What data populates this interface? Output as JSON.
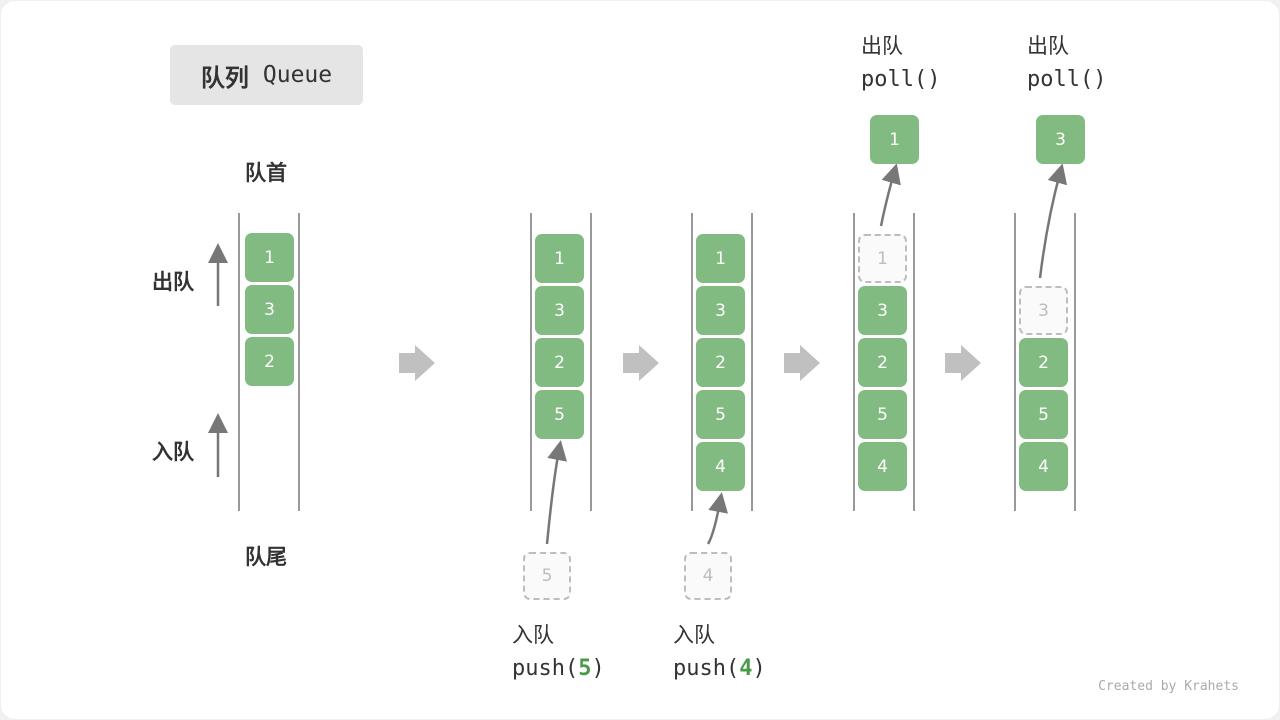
{
  "title": {
    "cn": "队列",
    "en": "Queue"
  },
  "labels": {
    "head": "队首",
    "tail": "队尾",
    "dequeue": "出队",
    "enqueue": "入队"
  },
  "columns": [
    {
      "blocks": [
        "1",
        "3",
        "2"
      ]
    },
    {
      "blocks": [
        "1",
        "3",
        "2",
        "5"
      ],
      "incoming": "5",
      "op": {
        "cn": "入队",
        "code_pre": "push(",
        "arg": "5",
        "code_post": ")"
      }
    },
    {
      "blocks": [
        "1",
        "3",
        "2",
        "5",
        "4"
      ],
      "incoming": "4",
      "op": {
        "cn": "入队",
        "code_pre": "push(",
        "arg": "4",
        "code_post": ")"
      }
    },
    {
      "ghost": "1",
      "blocks": [
        "3",
        "2",
        "5",
        "4"
      ],
      "outgoing": "1",
      "op": {
        "cn": "出队",
        "code": "poll()"
      }
    },
    {
      "ghost": "3",
      "blocks": [
        "2",
        "5",
        "4"
      ],
      "outgoing": "3",
      "op": {
        "cn": "出队",
        "code": "poll()"
      }
    }
  ],
  "credit": "Created by Krahets",
  "colors": {
    "block": "#82bb81",
    "arg": "#4a9a4a",
    "arrow": "#c0c0c0"
  }
}
